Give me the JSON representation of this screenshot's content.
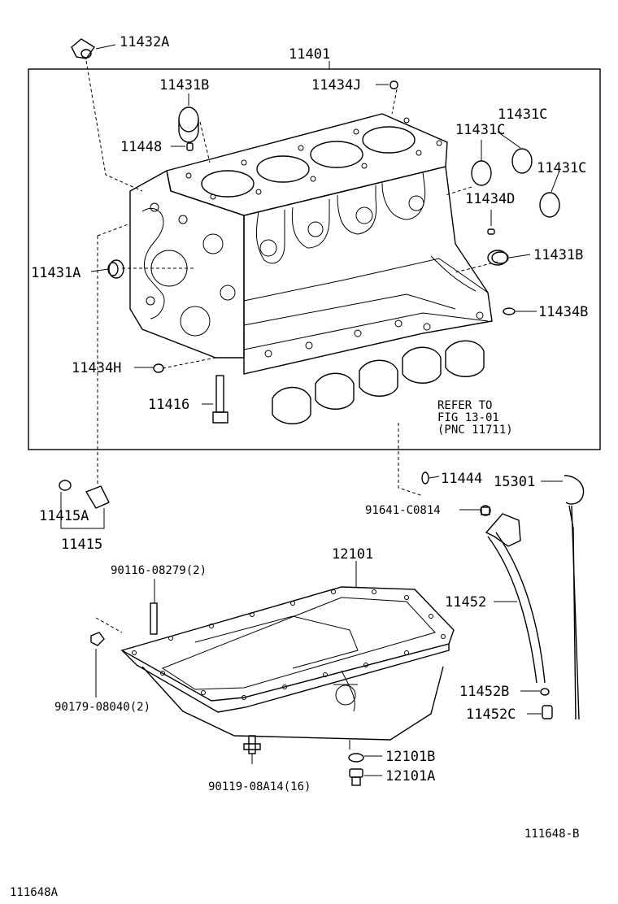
{
  "labels": {
    "p11432A": "11432A",
    "p11401": "11401",
    "p11431B_top": "11431B",
    "p11434J": "11434J",
    "p11431C_a": "11431C",
    "p11431C_b": "11431C",
    "p11431C_c": "11431C",
    "p11448": "11448",
    "p11434D": "11434D",
    "p11431B_right": "11431B",
    "p11431A": "11431A",
    "p11434B": "11434B",
    "p11434H": "11434H",
    "p11416": "11416",
    "refer_line1": "REFER TO",
    "refer_line2": "FIG 13-01",
    "refer_line3": "(PNC 11711)",
    "p11444": "11444",
    "p15301": "15301",
    "p91641": "91641-C0814",
    "p11415A": "11415A",
    "p11415": "11415",
    "p12101": "12101",
    "p90116": "90116-08279(2)",
    "p11452": "11452",
    "p90179": "90179-08040(2)",
    "p11452B": "11452B",
    "p11452C": "11452C",
    "p12101B": "12101B",
    "p12101A": "12101A",
    "p90119": "90119-08A14(16)",
    "ref_right": "111648-B",
    "ref_left": "111648A"
  }
}
